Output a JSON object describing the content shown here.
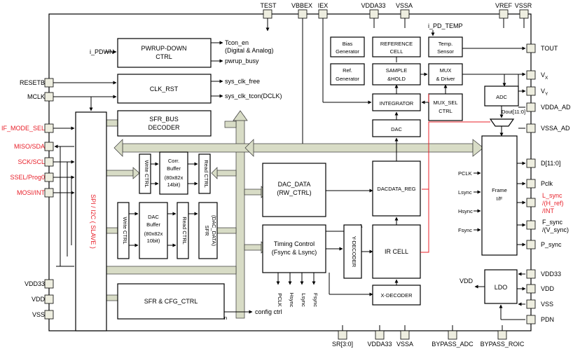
{
  "top_pins": [
    "TEST",
    "VBBEX",
    "IEX",
    "VDDA33",
    "VSSA",
    "VREF",
    "VSSR"
  ],
  "bottom_pins": [
    "SR[3:0]",
    "VDDA33",
    "VSSA",
    "BYPASS_ADC",
    "BYPASS_ROIC"
  ],
  "left_pins": {
    "resetb": "RESETB",
    "mclk": "MCLK",
    "if_mode_sel": "IF_MODE_SEL",
    "miso_sda": "MISO/SDA",
    "sck_scl": "SCK/SCL",
    "ssel_prog0": "SSEL/Prog0",
    "mosi_int": "MOSI/INT",
    "vdd33": "VDD33",
    "vdd": "VDD",
    "vss": "VSS"
  },
  "right_pins": {
    "tout": "TOUT",
    "vx": "V",
    "vx_sub": "X",
    "vy": "V",
    "vy_sub": "Y",
    "vdda_ad": "VDDA_AD",
    "vssa_ad": "VSSA_AD",
    "d": "D[11:0]",
    "pclk": "Pclk",
    "lsync1": "L_sync",
    "lsync2": "/(H_ref)",
    "lsync3": "/INT",
    "fsync1": "F_sync",
    "fsync2": "/(V_sync)",
    "psync": "P_sync",
    "vdd33": "VDD33",
    "vdd": "VDD",
    "vss": "VSS",
    "pdn": "PDN"
  },
  "blocks": {
    "pwrup_1": "PWRUP-DOWN",
    "pwrup_2": "CTRL",
    "clk_rst": "CLK_RST",
    "sfr_bus_1": "SFR_BUS",
    "sfr_bus_2": "DECODER",
    "spi": "SPI / I2C ( SLAVE )",
    "write_ctrl": "Write CTRL",
    "corr_1": "Corr.",
    "corr_2": "Buffer",
    "corr_3": "(80x82x",
    "corr_4": "14bit)",
    "read_ctrl": "Read CTRL",
    "dac_buf_1": "DAC",
    "dac_buf_2": "Buffer",
    "dac_buf_3": "(80x82x",
    "dac_buf_4": "10bit)",
    "sfr_dac_1": "SFR",
    "sfr_dac_2": "(DAC_DATA)",
    "dac_data_1": "DAC_DATA",
    "dac_data_2": "(RW_CTRL)",
    "timing_1": "Timing Control",
    "timing_2": "(Fsync & Lsync)",
    "sfr_cfg": "SFR & CFG_CTRL",
    "bias_1": "Bias",
    "bias_2": "Generator",
    "ref_cell_1": "REFERENCE",
    "ref_cell_2": "CELL",
    "temp_1": "Temp.",
    "temp_2": "Sensor",
    "refgen_1": "Ref.",
    "refgen_2": "Generator",
    "sh_1": "SAMPLE",
    "sh_2": "&HOLD",
    "mux_1": "MUX",
    "mux_2": "& Driver",
    "integrator": "INTEGRATOR",
    "muxsel_1": "MUX_SEL",
    "muxsel_2": "CTRL",
    "adc": "ADC",
    "dac": "DAC",
    "dacdata_reg": "DACDATA_REG",
    "y_dec": "Y-DECODER",
    "ir_cell": "IR CELL",
    "x_dec": "X-DECODER",
    "frame_1": "Frame",
    "frame_2": "I/F",
    "ldo": "LDO"
  },
  "signals": {
    "i_pdwn": "i_PDWN",
    "tcon_en": "Tcon_en",
    "tcon_en_2": "(Digital & Analog)",
    "pwrup_busy": "pwrup_busy",
    "sys_clk_free": "sys_clk_free",
    "sys_clk_tcon": "sys_clk_tcon(DCLK)",
    "i_pd_temp": "i_PD_TEMP",
    "dout": "Dout[11:0]",
    "config_ctrl": "config ctrl",
    "ldo_vdd": "VDD",
    "n_label": "n",
    "pclk_in": "PCLK",
    "lsync_in": "Lsync",
    "hsync_in": "Hsync",
    "fsync_in": "Fsync",
    "t_pclk": "PCLK",
    "t_hsync": "Hsync",
    "t_lsync": "Lsync",
    "t_fsync": "Fsync"
  },
  "colors": {
    "accent_red": "#e8202a",
    "bus_fill": "#d8dcc6"
  }
}
